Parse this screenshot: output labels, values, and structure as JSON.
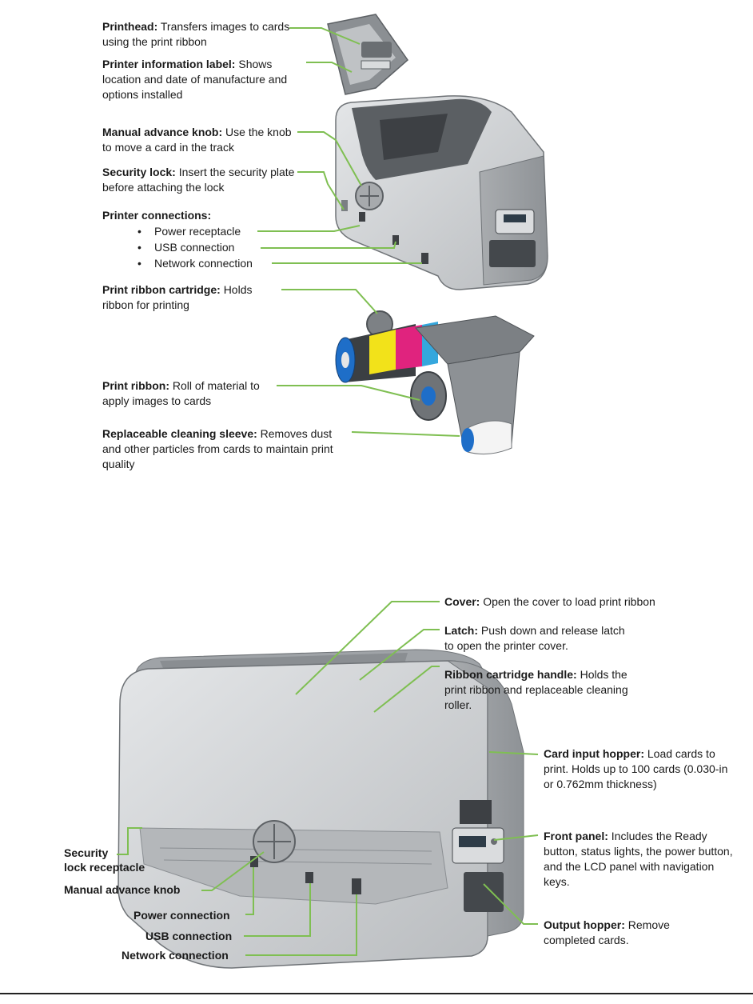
{
  "colors": {
    "leader": "#7fbf52",
    "body": "#c9cbcd",
    "dark": "#555a5e",
    "ribbon_yellow": "#f2e21a",
    "ribbon_magenta": "#e0237e",
    "ribbon_cyan": "#35a7dd",
    "spool_blue": "#1e6ec8"
  },
  "top": {
    "printhead": {
      "title": "Printhead:",
      "desc": "Transfers images to cards using the print ribbon"
    },
    "info_label": {
      "title": "Printer information label:",
      "desc": "Shows location and date of manufacture and options installed"
    },
    "knob": {
      "title": "Manual advance knob:",
      "desc": "Use the knob to move a card in the track"
    },
    "security": {
      "title": "Security lock:",
      "desc": "Insert the security plate before attaching the lock"
    },
    "connections": {
      "title": "Printer connections:",
      "items": [
        "Power receptacle",
        "USB connection",
        "Network connection"
      ]
    },
    "cartridge": {
      "title": "Print ribbon cartridge:",
      "desc": "Holds ribbon for printing"
    },
    "ribbon": {
      "title": "Print ribbon:",
      "desc": "Roll of material to apply images to cards"
    },
    "sleeve": {
      "title": "Replaceable cleaning sleeve:",
      "desc": "Removes dust and other particles from cards to maintain print quality"
    }
  },
  "bottom": {
    "cover": {
      "title": "Cover:",
      "desc": "Open the cover to load print ribbon"
    },
    "latch": {
      "title": "Latch:",
      "desc": "Push down and release latch to open the printer cover."
    },
    "handle": {
      "title": "Ribbon cartridge handle:",
      "desc": "Holds the print ribbon and replaceable cleaning roller."
    },
    "input_hopper": {
      "title": "Card input hopper:",
      "desc": "Load cards to print. Holds up to 100 cards (0.030-in or 0.762mm thickness)"
    },
    "front_panel": {
      "title": "Front panel:",
      "desc": "Includes the Ready button, status lights, the power button, and the LCD panel with navigation keys."
    },
    "output_hopper": {
      "title": "Output hopper:",
      "desc": "Remove completed cards."
    },
    "security_receptacle": {
      "line1": "Security",
      "line2": "lock receptacle"
    },
    "manual_knob": "Manual advance knob",
    "power": "Power connection",
    "usb": "USB connection",
    "network": "Network connection"
  }
}
